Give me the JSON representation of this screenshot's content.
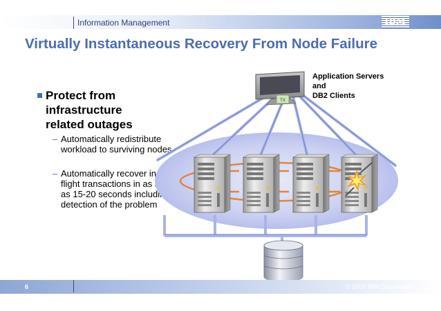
{
  "header": {
    "section_title": "Information Management",
    "logo_text": "IBM"
  },
  "slide": {
    "title": "Virtually Instantaneous Recovery From Node Failure",
    "bullet_main": "Protect from infrastructure related outages",
    "sub_items": [
      "Automatically redistribute workload to surviving nodes",
      "Automatically recover in-flight transactions in as little as 15-20 seconds including detection of the problem"
    ],
    "diagram_label_lines": [
      "Application Servers",
      "and",
      "DB2 Clients"
    ],
    "monitor_badge": "TX"
  },
  "footer": {
    "page_number": "6",
    "copyright": "© 2009 IBM Corporation"
  }
}
